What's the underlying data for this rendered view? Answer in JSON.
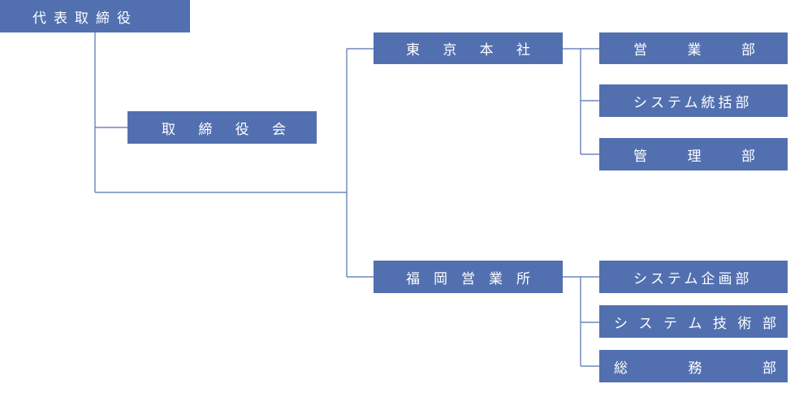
{
  "nodes": {
    "ceo": "代表取締役",
    "board": "取締役会",
    "tokyo": "東京本社",
    "fukuoka": "福岡営業所",
    "sales": "営業部",
    "system_integration": "システム統括部",
    "management": "管理部",
    "system_planning": "システム企画部",
    "system_tech": "システム技術部",
    "general_affairs": "総務部"
  },
  "colors": {
    "box": "#5270b0",
    "line": "#5270b0",
    "text": "#ffffff"
  }
}
